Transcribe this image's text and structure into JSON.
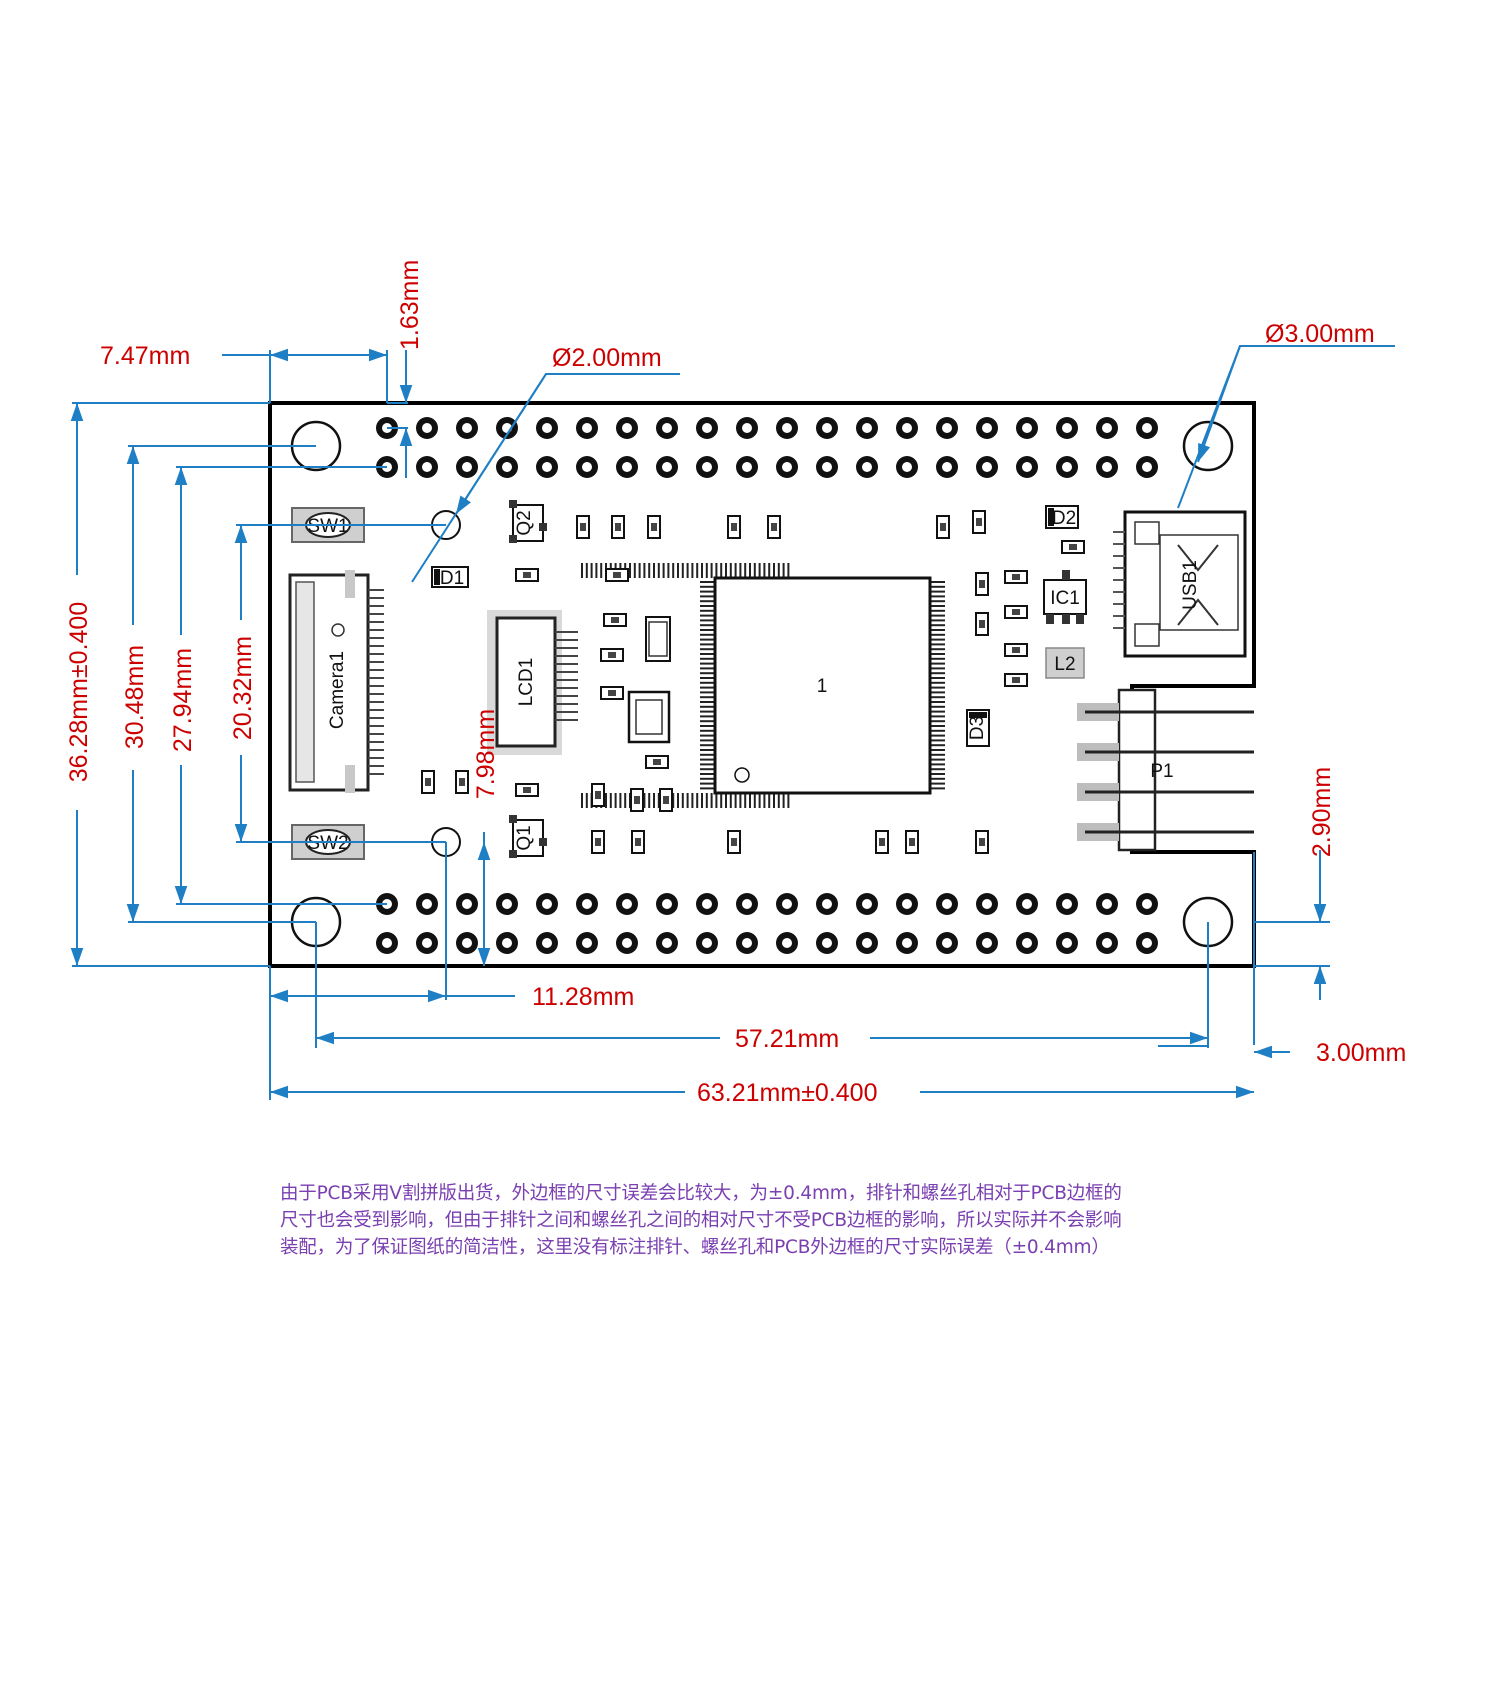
{
  "dimensions": {
    "d_7_47": "7.47mm",
    "d_1_63": "1.63mm",
    "d_hole_small": "Ø2.00mm",
    "d_hole_large": "Ø3.00mm",
    "d_36_28": "36.28mm±0.400",
    "d_30_48": "30.48mm",
    "d_27_94": "27.94mm",
    "d_20_32": "20.32mm",
    "d_7_98": "7.98mm",
    "d_2_90": "2.90mm",
    "d_11_28": "11.28mm",
    "d_57_21": "57.21mm",
    "d_3_00": "3.00mm",
    "d_63_21": "63.21mm±0.400"
  },
  "designators": {
    "sw1": "SW1",
    "sw2": "SW2",
    "camera1": "Camera1",
    "lcd1": "LCD1",
    "d1": "D1",
    "d2": "D2",
    "d3": "D3",
    "q1": "Q1",
    "q2": "Q2",
    "ic1": "IC1",
    "l2": "L2",
    "u1_pin": "1",
    "p1": "P1",
    "usb1": "USB1"
  },
  "note": {
    "line1": "由于PCB采用V割拼版出货，外边框的尺寸误差会比较大，为±0.4mm，排针和螺丝孔相对于PCB边框的",
    "line2": "尺寸也会受到影响，但由于排针之间和螺丝孔之间的相对尺寸不受PCB边框的影响，所以实际并不会影响",
    "line3": "装配，为了保证图纸的简洁性，这里没有标注排针、螺丝孔和PCB外边框的尺寸实际误差（±0.4mm）"
  },
  "colors": {
    "dimension_line": "#1f7fc4",
    "dimension_text": "#cc0000",
    "note_text": "#7a3fb0",
    "board_outline": "#000000"
  }
}
